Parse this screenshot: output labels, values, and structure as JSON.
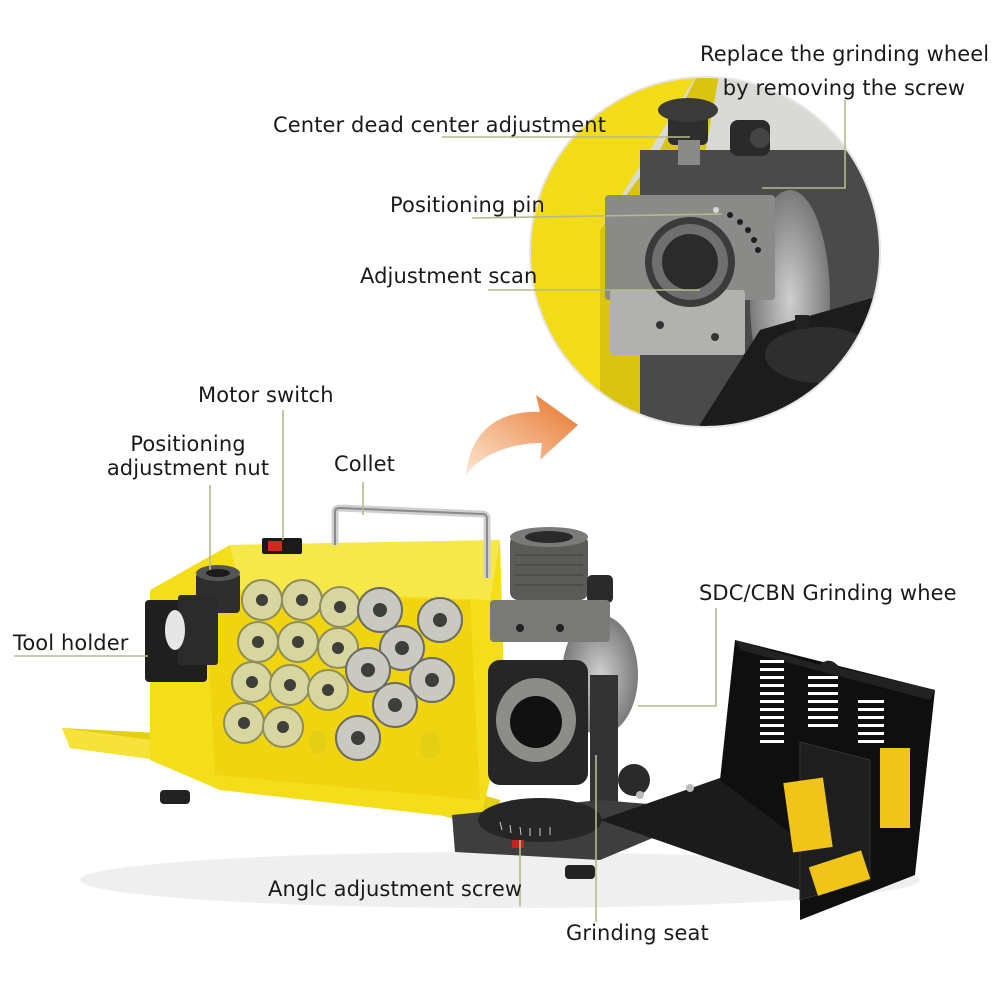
{
  "callouts": {
    "replace_wheel": {
      "line1": "Replace the grinding wheel",
      "line2": "by removing the screw"
    },
    "center_dead_center": "Center dead center adjustment",
    "positioning_pin": "Positioning pin",
    "adjustment_scan": "Adjustment scan",
    "motor_switch": "Motor switch",
    "positioning_nut": {
      "line1": "Positioning",
      "line2": "adjustment nut"
    },
    "collet": "Collet",
    "tool_holder": "Tool holder",
    "grinding_wheel": "SDC/CBN Grinding whee",
    "angle_screw": "Anglc adjustment screw",
    "grinding_seat": "Grinding seat"
  },
  "colors": {
    "machine_yellow": "#f4de1a",
    "collet_silver": "#c9c9c2",
    "leader_line": "#b8b98a",
    "metal_dark": "#3a3a3a",
    "arrow_orange": "#e8742a"
  }
}
